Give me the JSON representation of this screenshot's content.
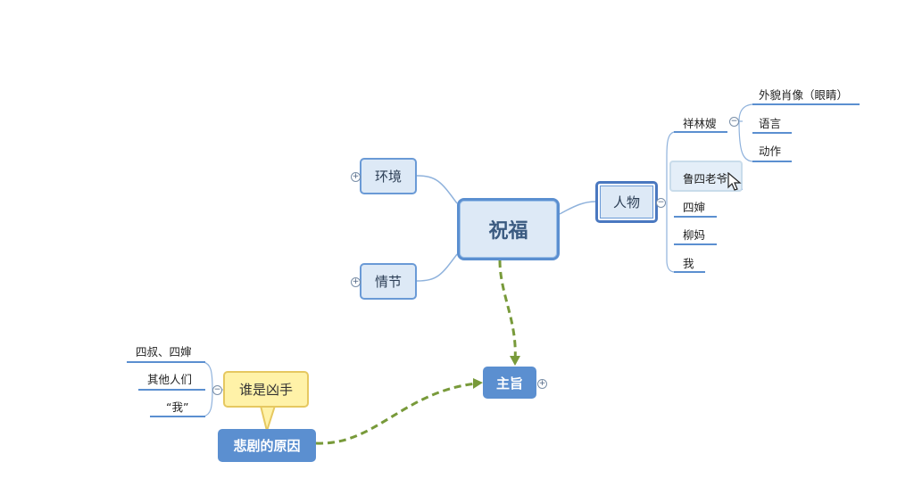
{
  "central": {
    "label": "祝福"
  },
  "main_topics": {
    "renwu": "人物",
    "huanjing": "环境",
    "qingjie": "情节"
  },
  "characters": [
    "祥林嫂",
    "鲁四老爷",
    "四婶",
    "柳妈",
    "我"
  ],
  "xianglinsao_details": [
    "外貌肖像（眼睛）",
    "语言",
    "动作"
  ],
  "theme": {
    "label": "主旨"
  },
  "tragedy": {
    "label": "悲剧的原因",
    "callout": "谁是凶手",
    "subtopics": [
      "四叔、四婶",
      "其他人们",
      "“我”"
    ]
  },
  "colors": {
    "node_fill": "#dde9f6",
    "node_border": "#5b8fd0",
    "accent_blue": "#5b8fd0",
    "callout_fill": "#fff2a8",
    "arrow_green": "#789a3a",
    "line_blue": "#8fb2dc"
  },
  "icons": {
    "expand": "plus-circle-icon",
    "collapse": "minus-circle-icon",
    "cursor": "mouse-pointer-icon"
  }
}
